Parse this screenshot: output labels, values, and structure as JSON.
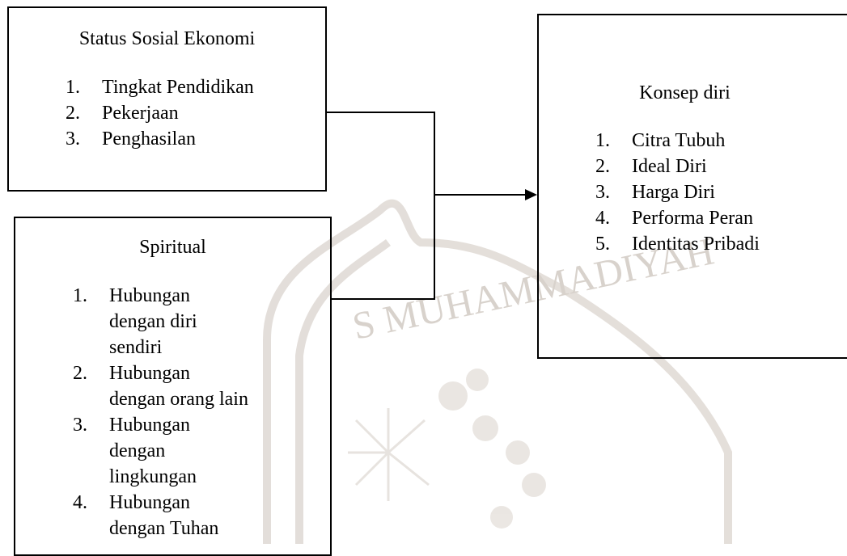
{
  "boxes": {
    "status": {
      "title": "Status Sosial Ekonomi",
      "items": [
        {
          "num": "1.",
          "text": "Tingkat Pendidikan"
        },
        {
          "num": "2.",
          "text": "Pekerjaan"
        },
        {
          "num": "3.",
          "text": "Penghasilan"
        }
      ]
    },
    "spiritual": {
      "title": "Spiritual",
      "items": [
        {
          "num": "1.",
          "text": "Hubungan dengan diri sendiri"
        },
        {
          "num": "2.",
          "text": "Hubungan dengan orang lain"
        },
        {
          "num": "3.",
          "text": "Hubungan dengan lingkungan"
        },
        {
          "num": "4.",
          "text": "Hubungan dengan Tuhan"
        }
      ]
    },
    "konsep": {
      "title": "Konsep diri",
      "items": [
        {
          "num": "1.",
          "text": "Citra Tubuh"
        },
        {
          "num": "2.",
          "text": "Ideal Diri"
        },
        {
          "num": "3.",
          "text": "Harga Diri"
        },
        {
          "num": "4.",
          "text": "Performa Peran"
        },
        {
          "num": "5.",
          "text": "Identitas Pribadi"
        }
      ]
    }
  },
  "watermark": {
    "text": "S MUHAMMADIYAH",
    "color": "#d8d2cc"
  },
  "colors": {
    "line": "#000000",
    "text": "#000000",
    "background": "#ffffff"
  }
}
